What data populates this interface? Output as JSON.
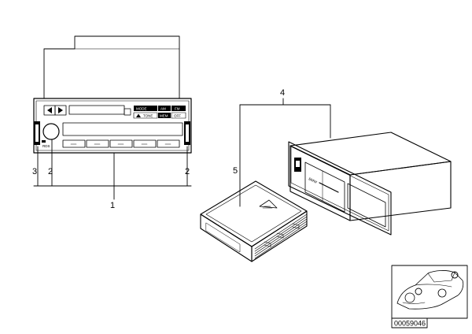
{
  "callouts": {
    "radio": "1",
    "knob": "2",
    "bracket": "3",
    "changer": "4",
    "magazine": "5"
  },
  "radio_labels": {
    "mode": "MODE",
    "am": "AM",
    "fm": "FM",
    "tone": "TONE",
    "mem": "MEM",
    "off": "OFF",
    "rds": "RDS"
  },
  "changer_label": "BMW",
  "diagram_code": "00059046"
}
